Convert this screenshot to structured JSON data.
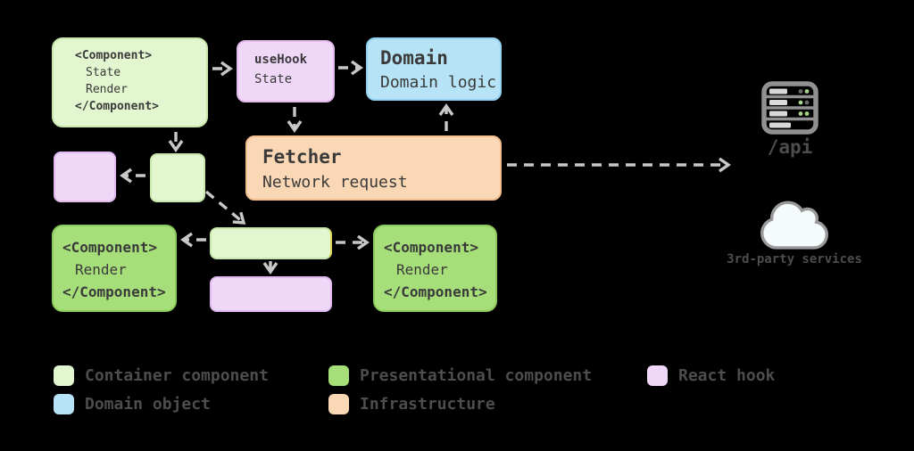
{
  "diagram": {
    "nodes": {
      "component_top": {
        "lines": [
          "<Component>",
          "State",
          "Render",
          "</Component>"
        ]
      },
      "use_hook": {
        "title": "useHook",
        "subtitle": "State"
      },
      "domain": {
        "title": "Domain",
        "subtitle": "Domain logic"
      },
      "fetcher": {
        "title": "Fetcher",
        "subtitle": "Network request"
      },
      "component_bottom_left": {
        "lines": [
          "<Component>",
          "Render",
          "</Component>"
        ]
      },
      "component_bottom_right": {
        "lines": [
          "<Component>",
          "Render",
          "</Component>"
        ]
      }
    },
    "external": {
      "api_label": "/api",
      "services_label": "3rd-party services"
    },
    "icons": {
      "api": "server-icon",
      "services": "cloud-icon"
    },
    "colors": {
      "background": "#000000",
      "container": "#e2f6cf",
      "presentational": "#a6de79",
      "react_hook": "#efd7f8",
      "domain_object": "#b6e4f6",
      "infrastructure": "#fbd8b5",
      "arrow": "#c8c8c8",
      "highlight_edge": "#d9d957",
      "box_text": "#3a3a3a",
      "label_text": "#4d4d4d"
    }
  },
  "legend": {
    "items": [
      {
        "label": "Container component",
        "color": "#e2f6cf"
      },
      {
        "label": "Presentational component",
        "color": "#a6de79"
      },
      {
        "label": "React hook",
        "color": "#efd7f8"
      },
      {
        "label": "Domain object",
        "color": "#b6e4f6"
      },
      {
        "label": "Infrastructure",
        "color": "#fbd8b5"
      }
    ]
  }
}
